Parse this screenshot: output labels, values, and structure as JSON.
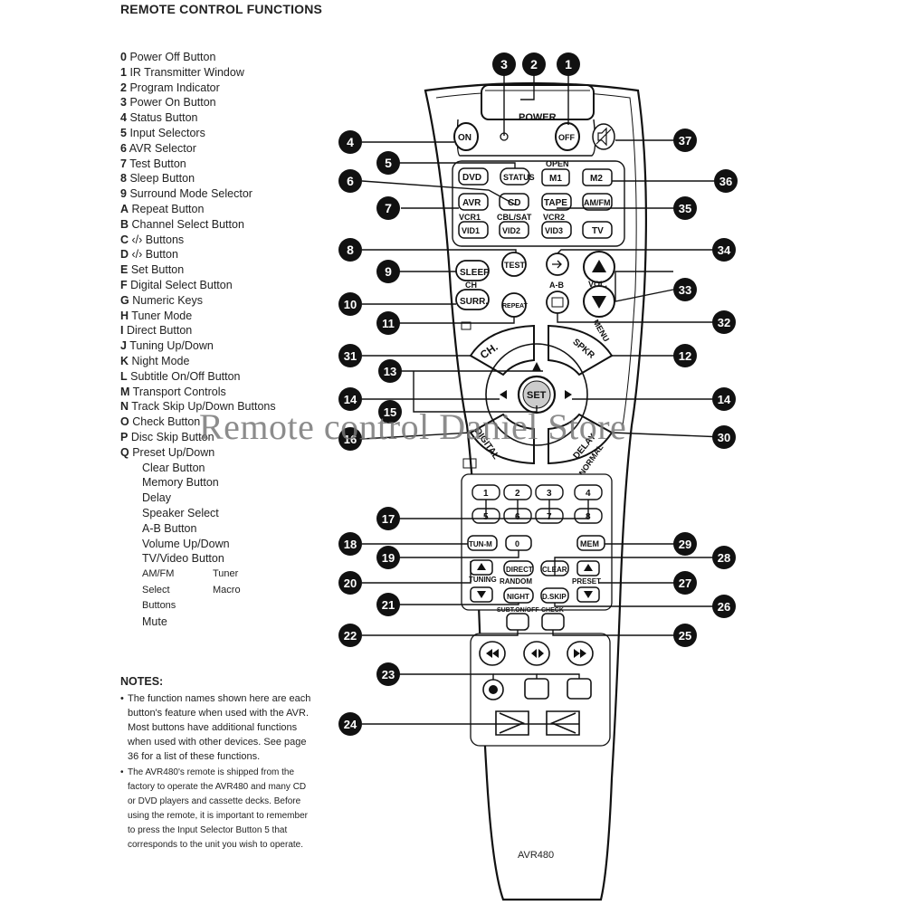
{
  "title": "REMOTE CONTROL FUNCTIONS",
  "legend": [
    {
      "key": "0",
      "text": "Power Off Button"
    },
    {
      "key": "1",
      "text": "IR Transmitter Window"
    },
    {
      "key": "2",
      "text": "Program Indicator"
    },
    {
      "key": "3",
      "text": "Power On Button"
    },
    {
      "key": "4",
      "text": "Status Button"
    },
    {
      "key": "5",
      "text": "Input Selectors"
    },
    {
      "key": "6",
      "text": "AVR Selector"
    },
    {
      "key": "7",
      "text": "Test Button"
    },
    {
      "key": "8",
      "text": "Sleep Button"
    },
    {
      "key": "9",
      "text": "Surround Mode Selector"
    },
    {
      "key": "A",
      "text": "Repeat Button"
    },
    {
      "key": "B",
      "text": "Channel Select Button"
    },
    {
      "key": "C",
      "text": "‹/› Buttons"
    },
    {
      "key": "D",
      "text": "‹/› Button"
    },
    {
      "key": "E",
      "text": "Set Button"
    },
    {
      "key": "F",
      "text": "Digital Select Button"
    },
    {
      "key": "G",
      "text": "Numeric Keys"
    },
    {
      "key": "H",
      "text": "Tuner Mode"
    },
    {
      "key": "I",
      "text": "Direct Button"
    },
    {
      "key": "J",
      "text": "Tuning Up/Down"
    },
    {
      "key": "K",
      "text": "Night Mode"
    },
    {
      "key": "L",
      "text": "Subtitle On/Off Button"
    },
    {
      "key": "M",
      "text": "Transport Controls"
    },
    {
      "key": "N",
      "text": "Track Skip Up/Down Buttons"
    },
    {
      "key": "O",
      "text": "Check Button"
    },
    {
      "key": "P",
      "text": "Disc Skip Button"
    },
    {
      "key": "Q",
      "text": "Preset Up/Down"
    }
  ],
  "legend_extra": [
    "Clear Button",
    "Memory Button",
    "Delay",
    "Speaker Select",
    "A-B Button",
    "Volume Up/Down",
    "TV/Video Button"
  ],
  "legend_pairs": [
    {
      "a": "AM/FM",
      "b": "Tuner"
    },
    {
      "a": "Select",
      "b": "Macro"
    },
    {
      "a": "Buttons",
      "b": ""
    }
  ],
  "legend_last": "Mute",
  "notes_heading": "NOTES:",
  "notes": [
    "The function names shown here are each button's feature when used with the AVR. Most buttons have additional functions when used with other devices. See page 36 for a list of these functions.",
    "The AVR480's remote is shipped from the factory to operate the AVR480 and many CD or DVD players and cassette decks. Before using the remote, it is important to remember to press the Input Selector Button 5 that corresponds to the unit you wish to operate."
  ],
  "watermark": "Remote control Daniel Store",
  "remote": {
    "power_label": "POWER",
    "on": "ON",
    "off": "OFF",
    "open": "OPEN",
    "status": "STATUS",
    "m1": "M1",
    "m2": "M2",
    "dvd": "DVD",
    "cd": "CD",
    "tape": "TAPE",
    "amfm": "AM/FM",
    "avr": "AVR",
    "vcr1": "VCR1",
    "cblsat": "CBL/SAT",
    "vcr2": "VCR2",
    "vid1": "VID1",
    "vid2": "VID2",
    "vid3": "VID3",
    "tv": "TV",
    "sleep": "SLEEP",
    "test": "TEST",
    "ch": "CH",
    "surr": "SURR.",
    "repeat": "REPEAT",
    "vol": "VOL.",
    "ab": "A-B",
    "ch_ring": "CH.",
    "menu": "MENU",
    "spkr": "SPKR",
    "set": "SET",
    "digital": "DIGITAL",
    "delay": "DELAY",
    "normal": "NORMAL",
    "numbers": [
      "1",
      "2",
      "3",
      "4",
      "5",
      "6",
      "7",
      "8"
    ],
    "tun_m": "TUN-M",
    "zero": "0",
    "mem": "MEM",
    "tuning": "TUNING",
    "direct": "DIRECT",
    "random": "RANDOM",
    "clear": "CLEAR",
    "preset": "PRESET",
    "night": "NIGHT",
    "dskip": "D.SKIP",
    "subtonoff": "SUBT.ON/OFF",
    "check": "CHECK",
    "model": "AVR480"
  },
  "callouts": [
    "3",
    "2",
    "1",
    "4",
    "37",
    "5",
    "36",
    "6",
    "7",
    "35",
    "8",
    "34",
    "9",
    "33",
    "10",
    "32",
    "11",
    "31",
    "12",
    "13",
    "14",
    "14",
    "15",
    "30",
    "16",
    "17",
    "18",
    "29",
    "19",
    "28",
    "20",
    "27",
    "21",
    "26",
    "22",
    "25",
    "23",
    "24"
  ]
}
